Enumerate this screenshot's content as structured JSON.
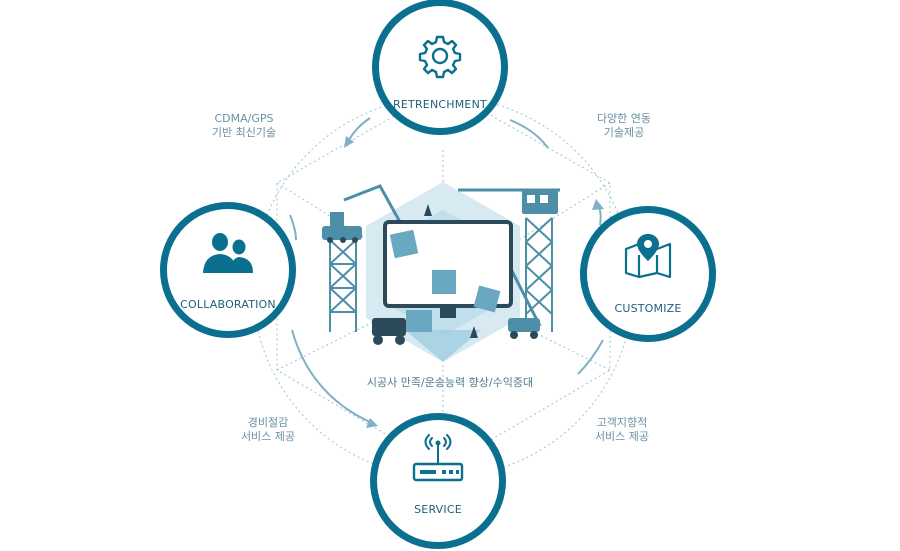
{
  "nodes": {
    "top": {
      "label": "RETRENCHMENT",
      "icon": "gear-icon"
    },
    "left": {
      "label": "COLLABORATION",
      "icon": "users-icon"
    },
    "right": {
      "label": "CUSTOMIZE",
      "icon": "map-pin-icon"
    },
    "bottom": {
      "label": "SERVICE",
      "icon": "router-icon"
    }
  },
  "side_labels": {
    "top_left": [
      "CDMA/GPS",
      "기반 최신기술"
    ],
    "top_right": [
      "다양한 연동",
      "기술제공"
    ],
    "bottom_left": [
      "경비절감",
      "서비스 제공"
    ],
    "bottom_right": [
      "고객지향적",
      "서비스 제공"
    ]
  },
  "center_caption": "시공사 만족/운송능력 향상/수익증대",
  "colors": {
    "ring": "#0b6f8f",
    "dotted": "#9cc3d3",
    "arrow": "#7fb0c4",
    "hex_light": "#d7eaf2",
    "hex_mid": "#b8dae8",
    "steel": "#4d8ea8",
    "dark": "#2d4a5a"
  }
}
